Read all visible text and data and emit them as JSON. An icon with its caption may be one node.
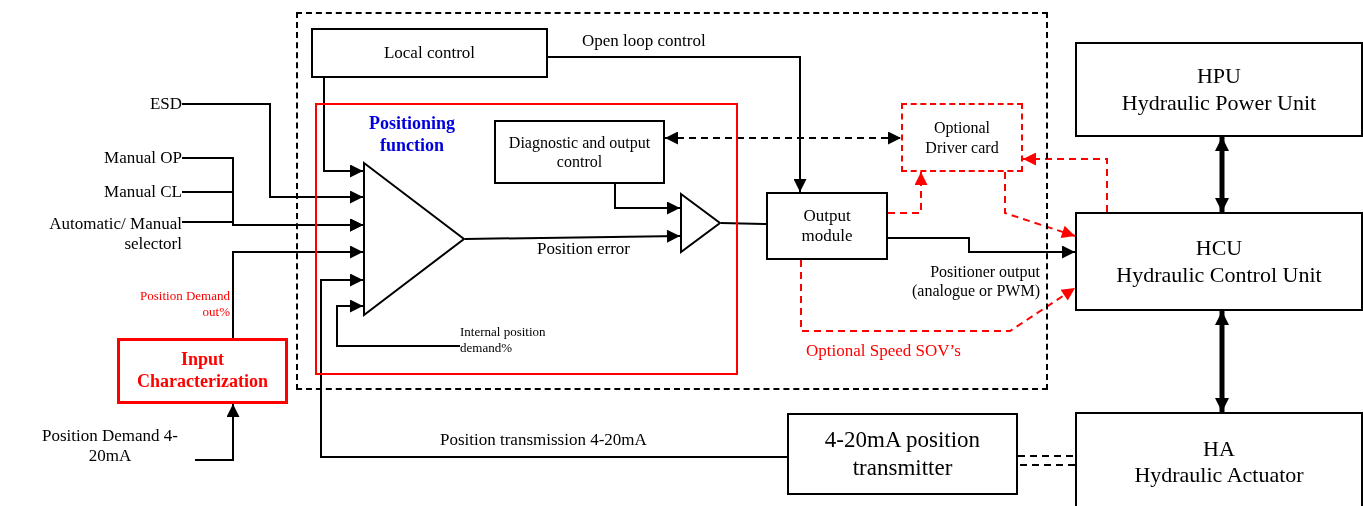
{
  "diagram": {
    "nodes": [
      {
        "text": [],
        "shape": "box"
      },
      {
        "text": [
          "Local control"
        ],
        "in": 0
      },
      {
        "text": [
          "Positioning function"
        ],
        "in": 0
      },
      {
        "text": [
          "Diagnostic and output control"
        ],
        "in": 2
      },
      {
        "text": [],
        "shape": "triangle",
        "in": 2
      },
      {
        "text": [],
        "shape": "triangle",
        "in": 2
      },
      {
        "text": [
          "Output module"
        ],
        "in": 0
      },
      {
        "text": [
          "Optional Driver card"
        ],
        "in": 0
      },
      {
        "text": [
          "HPU",
          "Hydraulic Power Unit"
        ]
      },
      {
        "text": [
          "HCU",
          "Hydraulic Control Unit"
        ]
      },
      {
        "text": [
          "HA",
          "Hydraulic Actuator"
        ]
      },
      {
        "text": [
          "4-20mA position transmitter"
        ]
      },
      {
        "text": [
          "Input Characterization"
        ]
      },
      {
        "text": [
          "ESD"
        ]
      },
      {
        "text": [
          "Manual OP"
        ]
      },
      {
        "text": [
          "Manual CL"
        ]
      },
      {
        "text": [
          "Automatic/ Manual selectorl"
        ]
      },
      {
        "text": [
          "Position Demand 4-20mA"
        ]
      },
      {
        "text": [
          "Internal position demand%"
        ],
        "in": 2
      }
    ],
    "edges": [
      {
        "from": 13,
        "to": 4,
        "arrow": "to"
      },
      {
        "from": 14,
        "to": 4,
        "arrow": "to"
      },
      {
        "from": 15,
        "to": 4,
        "arrow": "to"
      },
      {
        "from": 16,
        "to": 4,
        "arrow": "to"
      },
      {
        "from": 1,
        "to": 4,
        "arrow": "to"
      },
      {
        "from": 17,
        "to": 12,
        "arrow": "to"
      },
      {
        "from": 12,
        "to": 4,
        "arrow": "to",
        "label": "Position Demand out%"
      },
      {
        "from": 11,
        "to": 4,
        "arrow": "to",
        "label": "Position transmission 4-20mA"
      },
      {
        "from": 18,
        "to": 4,
        "arrow": "to"
      },
      {
        "from": 4,
        "to": 5,
        "arrow": "to",
        "label": "Position error"
      },
      {
        "from": 3,
        "to": 5,
        "arrow": "to"
      },
      {
        "from": 5,
        "to": 6,
        "arrow": "none"
      },
      {
        "from": 1,
        "to": 6,
        "arrow": "to",
        "label": "Open loop control"
      },
      {
        "from": 3,
        "to": 7,
        "arrow": "both",
        "style": "dashed"
      },
      {
        "from": 6,
        "to": 7,
        "arrow": "to",
        "style": "dashed",
        "color": "#ff0000"
      },
      {
        "from": 7,
        "to": 9,
        "arrow": "to",
        "style": "dashed",
        "color": "#ff0000"
      },
      {
        "from": 9,
        "to": 7,
        "arrow": "to",
        "style": "dashed",
        "color": "#ff0000"
      },
      {
        "from": 6,
        "to": 9,
        "arrow": "to",
        "label": "Positioner output (analogue or PWM)"
      },
      {
        "from": 6,
        "to": 9,
        "arrow": "to",
        "style": "dashed",
        "color": "#ff0000",
        "label": "Optional Speed SOV’s"
      },
      {
        "from": 8,
        "to": 9,
        "arrow": "both",
        "style": "thick"
      },
      {
        "from": 9,
        "to": 10,
        "arrow": "both",
        "style": "thick"
      },
      {
        "from": 11,
        "to": 10,
        "arrow": "none",
        "style": "dashed"
      }
    ]
  }
}
